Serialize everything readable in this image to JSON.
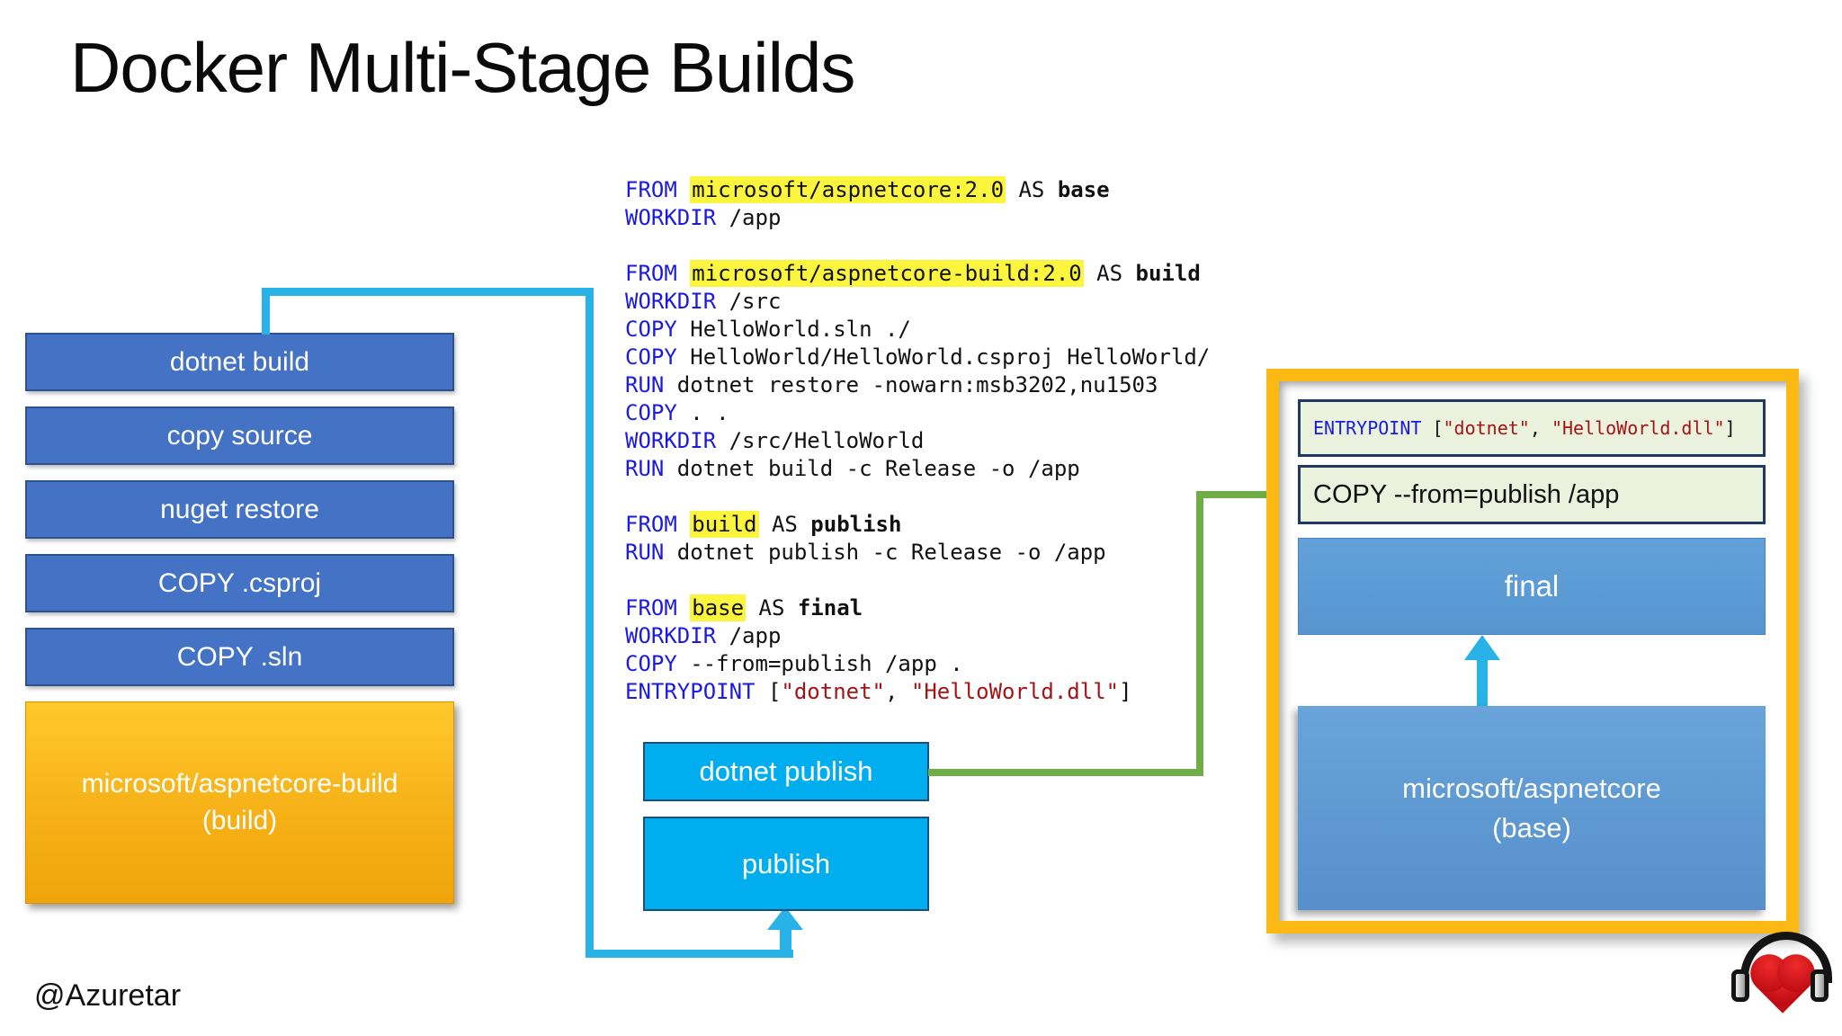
{
  "slide": {
    "title": "Docker Multi-Stage Builds",
    "handle": "@Azuretar",
    "logo_icon": "heart-headphones-icon"
  },
  "left_stack": {
    "layers": [
      "dotnet build",
      "copy source",
      "nuget restore",
      "COPY .csproj",
      "COPY .sln"
    ],
    "base_image_line1": "microsoft/aspnetcore-build",
    "base_image_line2": "(build)"
  },
  "publish_stack": {
    "top_label": "dotnet publish",
    "bottom_label": "publish"
  },
  "final_stack": {
    "entrypoint_segments": [
      {
        "c": "k",
        "t": "ENTRYPOINT"
      },
      {
        "t": " ["
      },
      {
        "c": "s",
        "t": "\"dotnet\""
      },
      {
        "t": ", "
      },
      {
        "c": "s",
        "t": "\"HelloWorld.dll\""
      },
      {
        "t": "]"
      }
    ],
    "copy_label": "COPY --from=publish /app",
    "final_label": "final",
    "base_line1": "microsoft/aspnetcore",
    "base_line2": "(base)"
  },
  "dockerfile": {
    "lines": [
      [
        {
          "c": "k",
          "t": "FROM"
        },
        {
          "t": " "
        },
        {
          "c": "h",
          "t": "microsoft/aspnetcore:2.0"
        },
        {
          "t": " AS "
        },
        {
          "c": "b",
          "t": "base"
        }
      ],
      [
        {
          "c": "k",
          "t": "WORKDIR"
        },
        {
          "t": " /app"
        }
      ],
      [],
      [
        {
          "c": "k",
          "t": "FROM"
        },
        {
          "t": " "
        },
        {
          "c": "h",
          "t": "microsoft/aspnetcore-build:2.0"
        },
        {
          "t": " AS "
        },
        {
          "c": "b",
          "t": "build"
        }
      ],
      [
        {
          "c": "k",
          "t": "WORKDIR"
        },
        {
          "t": " /src"
        }
      ],
      [
        {
          "c": "k",
          "t": "COPY"
        },
        {
          "t": " HelloWorld.sln ./"
        }
      ],
      [
        {
          "c": "k",
          "t": "COPY"
        },
        {
          "t": " HelloWorld/HelloWorld.csproj HelloWorld/"
        }
      ],
      [
        {
          "c": "k",
          "t": "RUN"
        },
        {
          "t": " dotnet restore -nowarn:msb3202,nu1503"
        }
      ],
      [
        {
          "c": "k",
          "t": "COPY"
        },
        {
          "t": " . ."
        }
      ],
      [
        {
          "c": "k",
          "t": "WORKDIR"
        },
        {
          "t": " /src/HelloWorld"
        }
      ],
      [
        {
          "c": "k",
          "t": "RUN"
        },
        {
          "t": " dotnet build -c Release -o /app"
        }
      ],
      [],
      [
        {
          "c": "k",
          "t": "FROM"
        },
        {
          "t": " "
        },
        {
          "c": "h",
          "t": "build"
        },
        {
          "t": " AS "
        },
        {
          "c": "b",
          "t": "publish"
        }
      ],
      [
        {
          "c": "k",
          "t": "RUN"
        },
        {
          "t": " dotnet publish -c Release -o /app"
        }
      ],
      [],
      [
        {
          "c": "k",
          "t": "FROM"
        },
        {
          "t": " "
        },
        {
          "c": "h",
          "t": "base"
        },
        {
          "t": " AS "
        },
        {
          "c": "b",
          "t": "final"
        }
      ],
      [
        {
          "c": "k",
          "t": "WORKDIR"
        },
        {
          "t": " /app"
        }
      ],
      [
        {
          "c": "k",
          "t": "COPY"
        },
        {
          "t": " --from=publish /app ."
        }
      ],
      [
        {
          "c": "k",
          "t": "ENTRYPOINT"
        },
        {
          "t": " ["
        },
        {
          "c": "s",
          "t": "\"dotnet\""
        },
        {
          "t": ", "
        },
        {
          "c": "s",
          "t": "\"HelloWorld.dll\""
        },
        {
          "t": "]"
        }
      ]
    ]
  },
  "colors": {
    "stack_blue": "#4472C4",
    "stack_blue_border": "#2F528F",
    "cyan_box": "#00AEEF",
    "connector_cyan": "#29B2E8",
    "connector_green": "#70AD47",
    "orange_frame": "#FCB813",
    "orange_box_top": "#FFC82E",
    "orange_box_bottom": "#EFA40B",
    "code_keyword": "#1B1BE0",
    "code_string": "#A31515",
    "code_highlight": "#FBF53D",
    "note_green_bg": "#EAF1DC",
    "note_border": "#1F3864",
    "steel_blue": "#5B9BD5"
  }
}
